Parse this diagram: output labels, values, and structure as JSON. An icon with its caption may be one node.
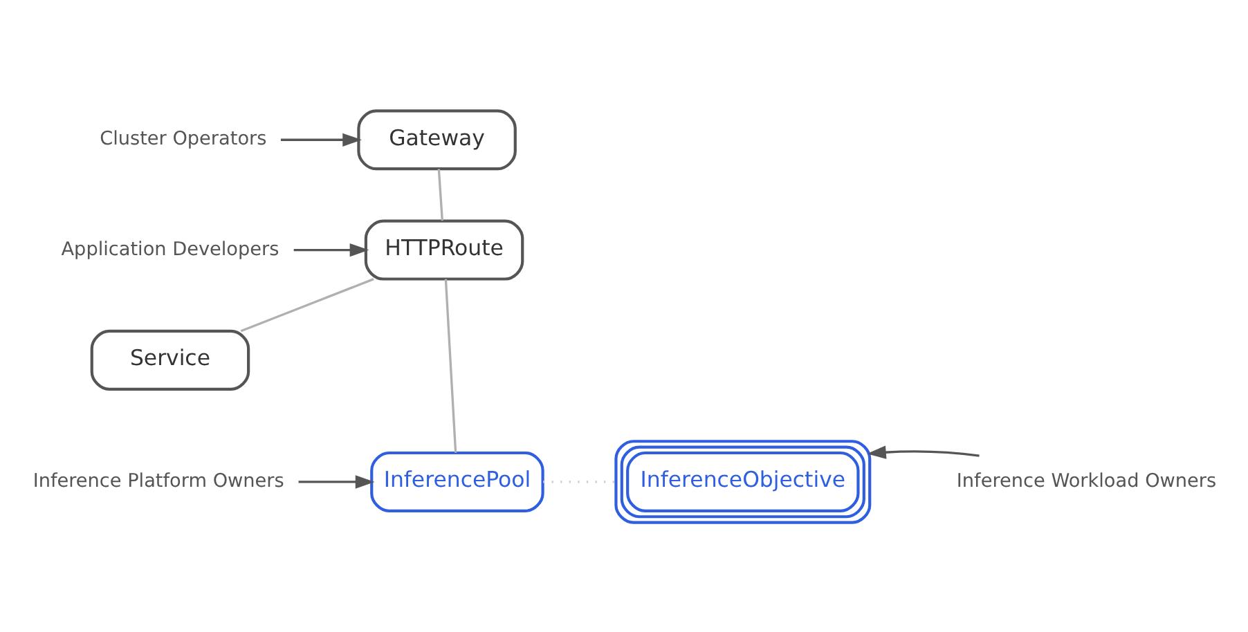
{
  "diagram": {
    "nodes": [
      {
        "text": [
          "Cluster Operators"
        ]
      },
      {
        "text": [
          "Gateway"
        ]
      },
      {
        "text": [
          "Application Developers"
        ]
      },
      {
        "text": [
          "HTTPRoute"
        ]
      },
      {
        "text": [
          "Service"
        ]
      },
      {
        "text": [
          "Inference Platform Owners"
        ]
      },
      {
        "text": [
          "InferencePool"
        ]
      },
      {
        "text": [
          "InferenceObjective"
        ]
      },
      {
        "text": [
          "Inference Workload Owners"
        ]
      }
    ],
    "edges": [
      {
        "from": 0,
        "to": 1,
        "arrow": "to"
      },
      {
        "from": 1,
        "to": 3,
        "arrow": "none",
        "color": "#b0b0b0"
      },
      {
        "from": 2,
        "to": 3,
        "arrow": "to"
      },
      {
        "from": 3,
        "to": 4,
        "arrow": "none",
        "color": "#b0b0b0"
      },
      {
        "from": 3,
        "to": 6,
        "arrow": "none",
        "color": "#b0b0b0"
      },
      {
        "from": 5,
        "to": 6,
        "arrow": "to"
      },
      {
        "from": 6,
        "to": 7,
        "arrow": "none",
        "style": "dashed",
        "color": "#c8c8c8"
      },
      {
        "from": 8,
        "to": 7,
        "arrow": "to"
      }
    ]
  }
}
